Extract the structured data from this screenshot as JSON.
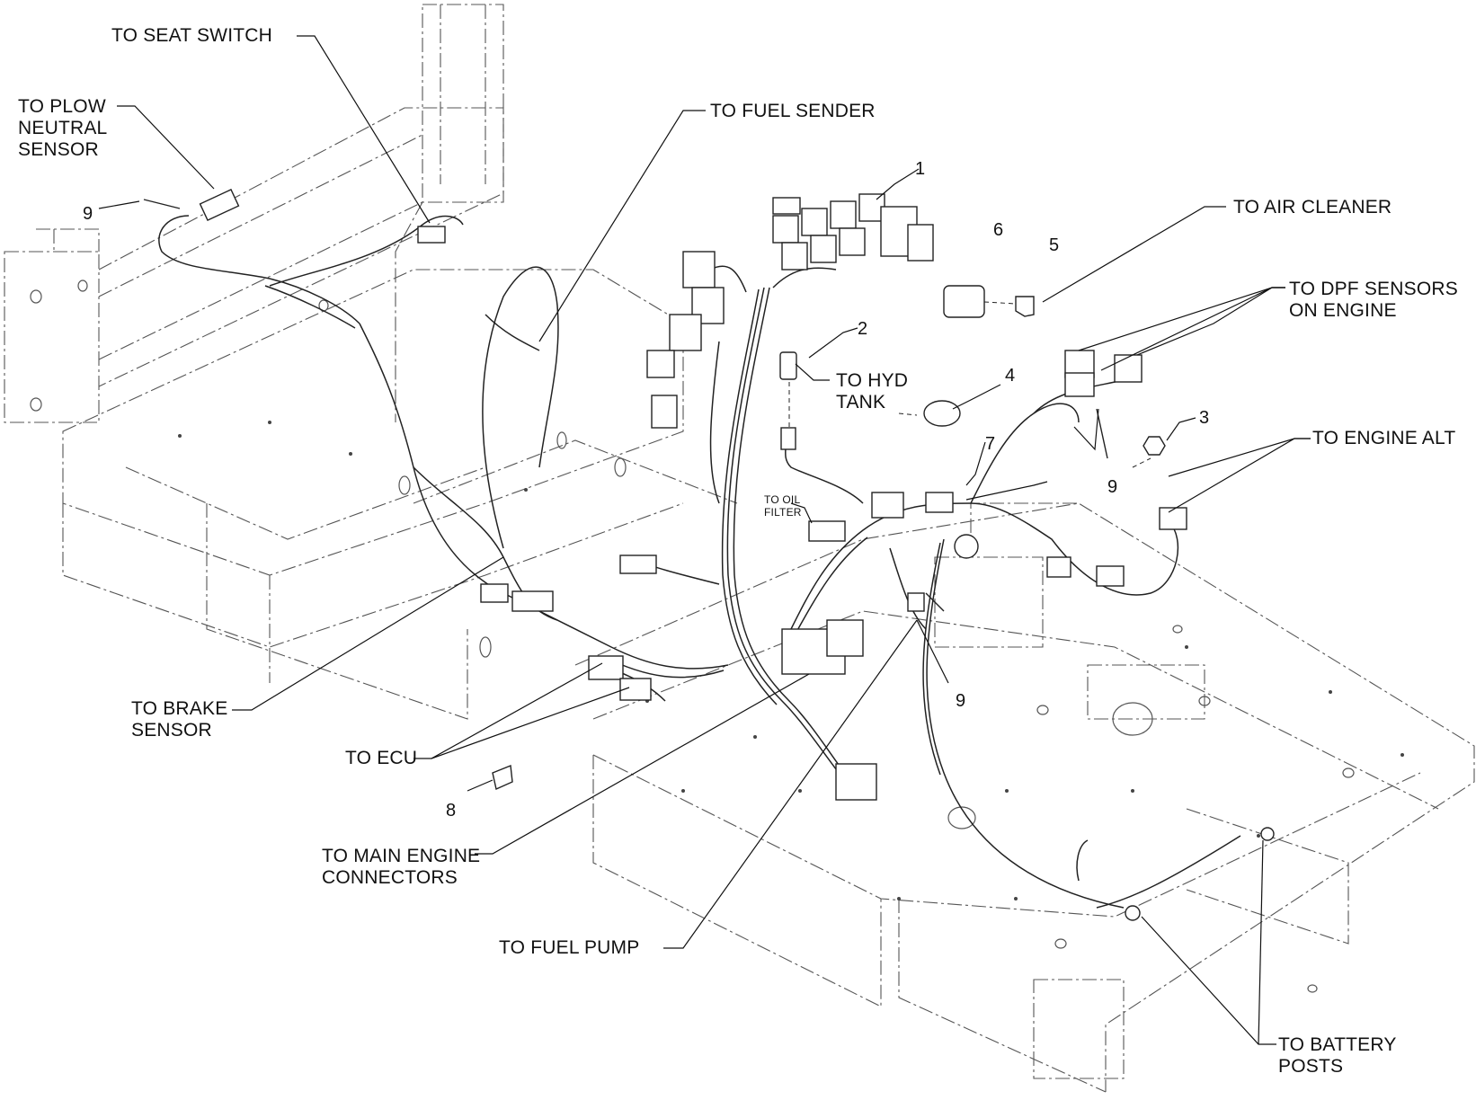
{
  "colors": {
    "ink": "#111111",
    "frame": "#555555",
    "harness": "#222222",
    "background": "#ffffff"
  },
  "callouts": {
    "seat_switch": "TO SEAT SWITCH",
    "plow_neutral_sensor": "TO PLOW\nNEUTRAL\nSENSOR",
    "fuel_sender": "TO FUEL SENDER",
    "air_cleaner": "TO AIR CLEANER",
    "dpf_sensors": "TO DPF SENSORS\nON ENGINE",
    "hyd_tank": "TO HYD\nTANK",
    "engine_alt": "TO ENGINE ALT",
    "oil_filter": "TO OIL\nFILTER",
    "brake_sensor": "TO BRAKE\nSENSOR",
    "ecu": "TO ECU",
    "main_engine_connectors": "TO MAIN ENGINE\nCONNECTORS",
    "fuel_pump": "TO FUEL PUMP",
    "battery_posts": "TO BATTERY\nPOSTS"
  },
  "item_numbers": {
    "n1": "1",
    "n2": "2",
    "n3": "3",
    "n4": "4",
    "n5": "5",
    "n6": "6",
    "n7": "7",
    "n8": "8",
    "n9_left": "9",
    "n9_center": "9",
    "n9_lower": "9"
  }
}
